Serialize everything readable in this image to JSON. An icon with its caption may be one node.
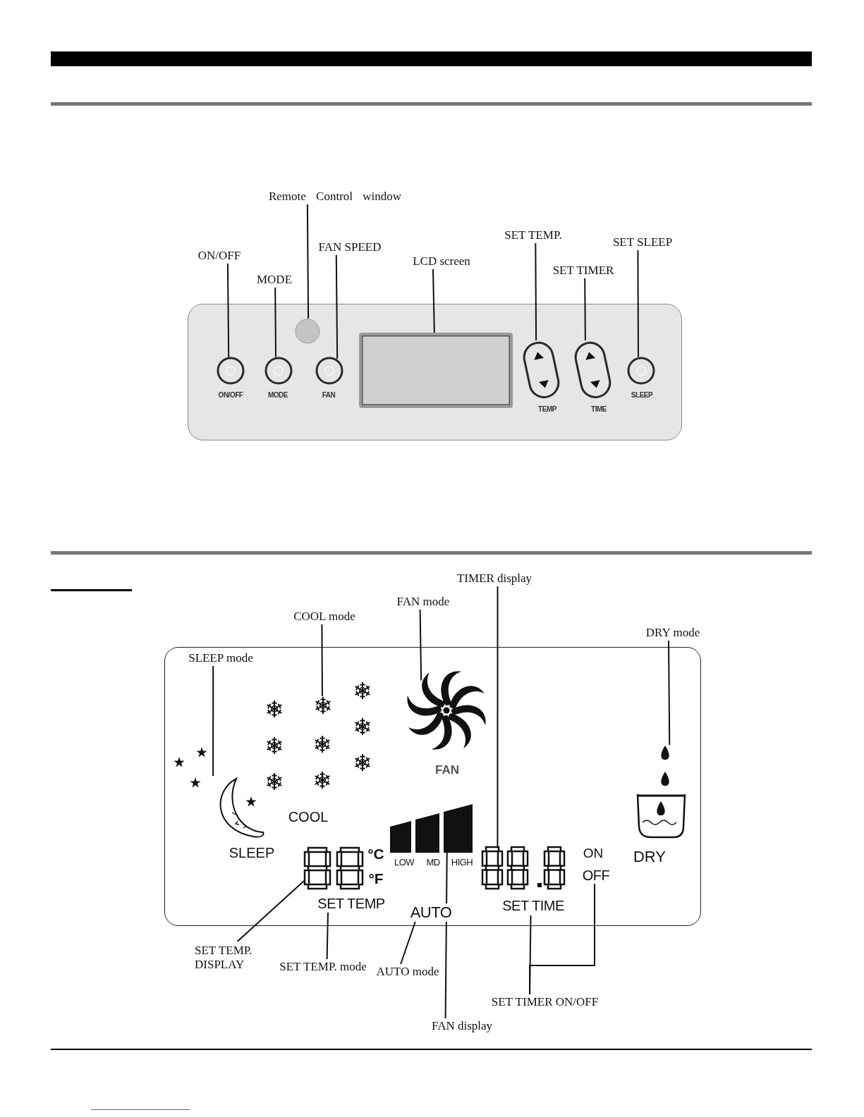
{
  "diagram": {
    "nodes": [
      {
        "text": [],
        "shape": "box"
      },
      {
        "text": [
          "Remote Control window"
        ]
      },
      {
        "text": [
          "ON/OFF"
        ]
      },
      {
        "text": [
          "MODE"
        ]
      },
      {
        "text": [
          "FAN SPEED"
        ]
      },
      {
        "text": [
          "LCD screen"
        ]
      },
      {
        "text": [
          "SET TEMP."
        ]
      },
      {
        "text": [
          "SET TIMER"
        ]
      },
      {
        "text": [
          "SET SLEEP"
        ]
      },
      {
        "text": [],
        "shape": "circle",
        "in": 0
      },
      {
        "text": [],
        "shape": "circle",
        "in": 0
      },
      {
        "text": [],
        "shape": "circle",
        "in": 0
      },
      {
        "text": [],
        "shape": "circle",
        "in": 0
      },
      {
        "text": [],
        "shape": "box",
        "in": 0
      },
      {
        "text": [],
        "shape": "capsule",
        "in": 0
      },
      {
        "text": [],
        "shape": "capsule",
        "in": 0
      },
      {
        "text": [],
        "shape": "circle",
        "in": 0
      },
      {
        "text": [],
        "shape": "box"
      },
      {
        "text": [
          "SLEEP mode"
        ],
        "in": 17
      },
      {
        "text": [
          "COOL mode"
        ]
      },
      {
        "text": [
          "FAN mode"
        ]
      },
      {
        "text": [
          "TIMER display"
        ]
      },
      {
        "text": [
          "DRY mode"
        ]
      },
      {
        "text": [
          "SET TEMP. DISPLAY"
        ]
      },
      {
        "text": [
          "SET TEMP. mode"
        ]
      },
      {
        "text": [
          "AUTO mode"
        ]
      },
      {
        "text": [
          "FAN display"
        ]
      },
      {
        "text": [
          "SET TIMER ON/OFF"
        ]
      },
      {
        "text": [],
        "shape": "picture",
        "in": 17
      },
      {
        "text": [],
        "shape": "picture",
        "in": 17
      },
      {
        "text": [],
        "shape": "picture",
        "in": 17
      },
      {
        "text": [],
        "shape": "picture",
        "in": 17
      },
      {
        "text": [],
        "shape": "picture",
        "in": 17
      },
      {
        "text": [],
        "shape": "picture",
        "in": 17
      },
      {
        "text": [
          "SET TEMP"
        ],
        "in": 17
      },
      {
        "text": [
          "AUTO"
        ],
        "in": 17
      },
      {
        "text": [],
        "shape": "picture",
        "in": 17
      },
      {
        "text": [
          "SET TIME"
        ],
        "in": 17
      },
      {
        "text": [
          "OFF"
        ],
        "in": 17
      }
    ],
    "edges": [
      {
        "from": 1,
        "to": 9,
        "arrow": "none"
      },
      {
        "from": 2,
        "to": 10,
        "arrow": "none"
      },
      {
        "from": 3,
        "to": 11,
        "arrow": "none"
      },
      {
        "from": 4,
        "to": 12,
        "arrow": "none"
      },
      {
        "from": 5,
        "to": 13,
        "arrow": "none"
      },
      {
        "from": 6,
        "to": 14,
        "arrow": "none"
      },
      {
        "from": 7,
        "to": 15,
        "arrow": "none"
      },
      {
        "from": 8,
        "to": 16,
        "arrow": "none"
      },
      {
        "from": 18,
        "to": 28,
        "arrow": "none"
      },
      {
        "from": 19,
        "to": 29,
        "arrow": "none"
      },
      {
        "from": 20,
        "to": 30,
        "arrow": "none"
      },
      {
        "from": 21,
        "to": 31,
        "arrow": "none"
      },
      {
        "from": 22,
        "to": 32,
        "arrow": "none"
      },
      {
        "from": 23,
        "to": 33,
        "arrow": "none"
      },
      {
        "from": 24,
        "to": 34,
        "arrow": "none"
      },
      {
        "from": 25,
        "to": 35,
        "arrow": "none"
      },
      {
        "from": 26,
        "to": 36,
        "arrow": "none"
      },
      {
        "from": 27,
        "to": 37,
        "arrow": "none"
      },
      {
        "from": 27,
        "to": 38,
        "arrow": "none"
      }
    ],
    "labels": [
      "ON/OFF",
      "MODE",
      "FAN",
      "TEMP",
      "TIME",
      "SLEEP",
      "FAN",
      "COOL",
      "SLEEP",
      "°C",
      "ON",
      "DRY",
      "LOW",
      "MD",
      "HIGH",
      "°F"
    ]
  }
}
